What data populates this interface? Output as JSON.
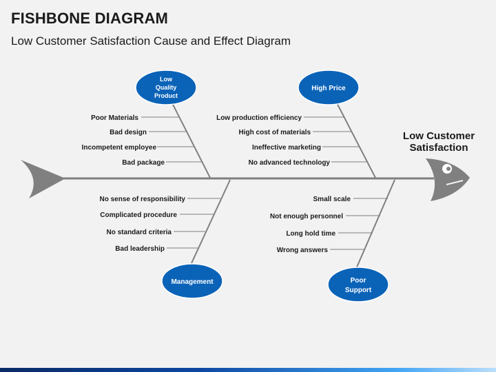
{
  "header": {
    "title": "FISHBONE DIAGRAM",
    "subtitle": "Low Customer Satisfaction Cause and Effect Diagram"
  },
  "effect": {
    "line1": "Low Customer",
    "line2": "Satisfaction"
  },
  "colors": {
    "background": "#f2f2f2",
    "bone": "#7f7f7f",
    "fish": "#808080",
    "category_fill": "#0b63b8",
    "category_text": "#ffffff",
    "label_text": "#1a1a1a"
  },
  "categories": {
    "quality": {
      "lines": [
        "Low",
        "Quality",
        "Product"
      ],
      "causes": [
        "Poor Materials",
        "Bad design",
        "Incompetent employee",
        "Bad package"
      ]
    },
    "price": {
      "lines": [
        "High Price"
      ],
      "causes": [
        "Low production efficiency",
        "High cost of materials",
        "Ineffective marketing",
        "No advanced technology"
      ]
    },
    "management": {
      "lines": [
        "Management"
      ],
      "causes": [
        "No sense of responsibility",
        "Complicated procedure",
        "No standard criteria",
        "Bad leadership"
      ]
    },
    "support": {
      "lines": [
        "Poor",
        "Support"
      ],
      "causes": [
        "Small scale",
        "Not enough personnel",
        "Long hold time",
        "Wrong answers"
      ]
    }
  }
}
